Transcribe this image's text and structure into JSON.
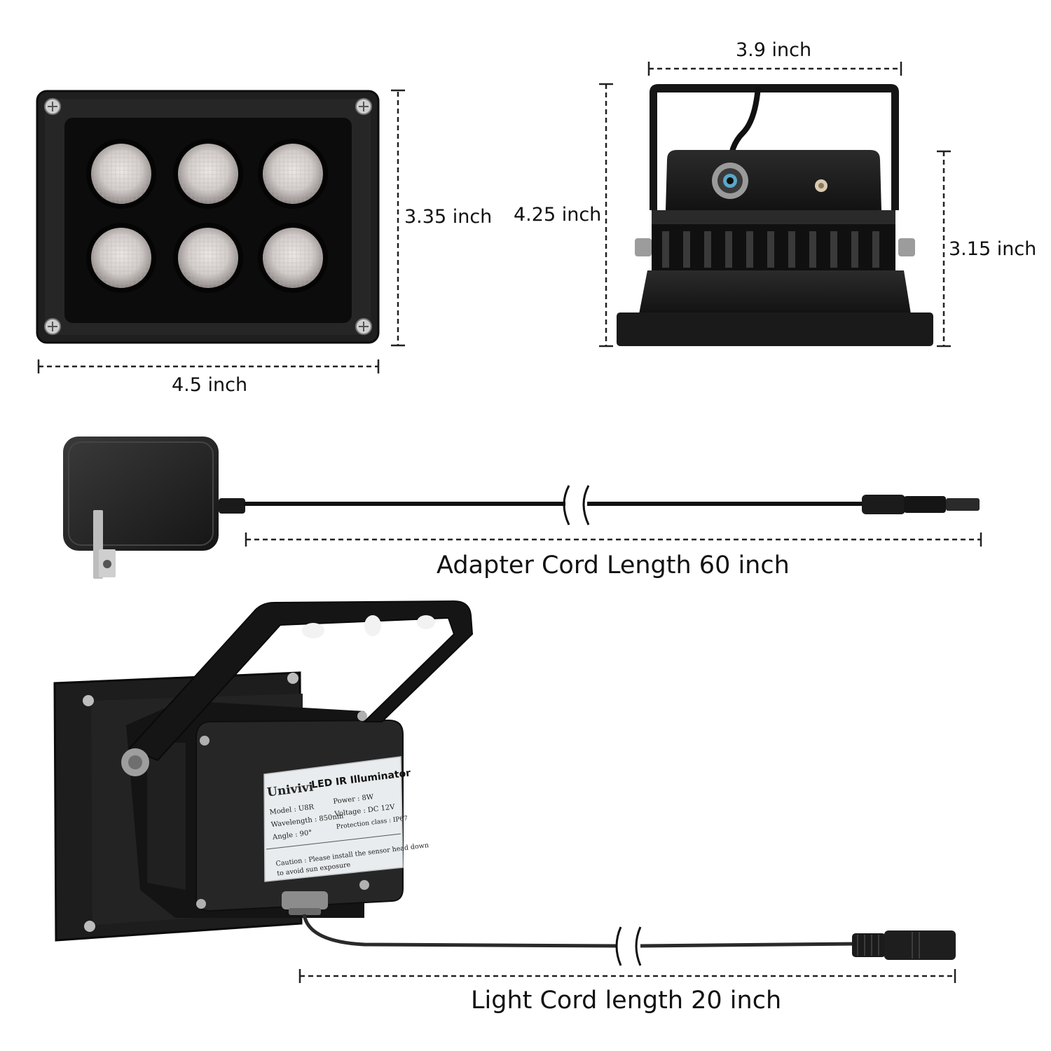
{
  "dimensions": {
    "front_width": "4.5 inch",
    "front_height": "3.35 inch",
    "side_width": "3.9 inch",
    "side_height_total": "4.25 inch",
    "side_height_body": "3.15 inch"
  },
  "cords": {
    "adapter_label": "Adapter Cord Length 60 inch",
    "light_label": "Light Cord length 20 inch"
  },
  "nameplate": {
    "brand": "Univivi",
    "title": "LED IR Illuminator",
    "model": "Model : U8R",
    "wavelength": "Wavelength : 850nm",
    "angle": "Angle :   90°",
    "power": "Power : 8W",
    "voltage": "Voltage : DC 12V",
    "protection": "Protection class : IP67",
    "caution_line1": "Caution : Please install the sensor head down",
    "caution_line2": "to avoid sun exposure"
  },
  "colors": {
    "device_body": "#1c1c1c",
    "dimension_line": "#222222",
    "led_lens": "#d9d4d2",
    "plate": "#e9ecee"
  },
  "icons": [
    "ir-illuminator-front-view",
    "ir-illuminator-side-view",
    "power-adapter-icon",
    "dc-plug-icon",
    "ir-illuminator-back-view",
    "dc-socket-icon",
    "cord-break-icon"
  ]
}
